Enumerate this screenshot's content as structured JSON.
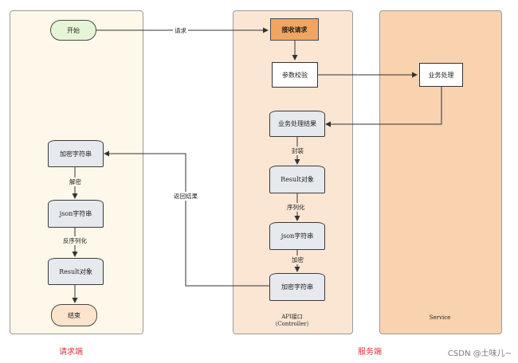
{
  "nodes": {
    "start": "开始",
    "receive_request": "接收请求",
    "param_check": "参数校验",
    "business_process": "业务处理",
    "business_result": "业务处理结果",
    "result_object_api": "Result对象",
    "json_string_api": "json字符串",
    "encrypted_string_api": "加密字符串",
    "encrypted_string_client": "加密字符串",
    "json_string_client": "json字符串",
    "result_object_client": "Result对象",
    "end": "结束"
  },
  "edges": {
    "request": "请求",
    "wrap": "封装",
    "serialize": "序列化",
    "encrypt": "加密",
    "return_result": "返回结果",
    "decrypt": "解密",
    "deserialize": "反序列化"
  },
  "lanes": {
    "api_title": "API接口",
    "api_subtitle": "（Controller）",
    "service_title": "Service"
  },
  "footer": {
    "client": "请求端",
    "server": "服务端"
  },
  "watermark": "CSDN @土味儿~",
  "colors": {
    "client_lane": "#fdf8e9",
    "api_lane": "#fbe6d4",
    "service_lane": "#f9d2b0",
    "start_node": "#e6f5d6",
    "receive_node": "#f2a55f",
    "end_node": "#fbe3cc",
    "doc_node": "#e6e9ee",
    "footer_text": "#d9363e"
  }
}
